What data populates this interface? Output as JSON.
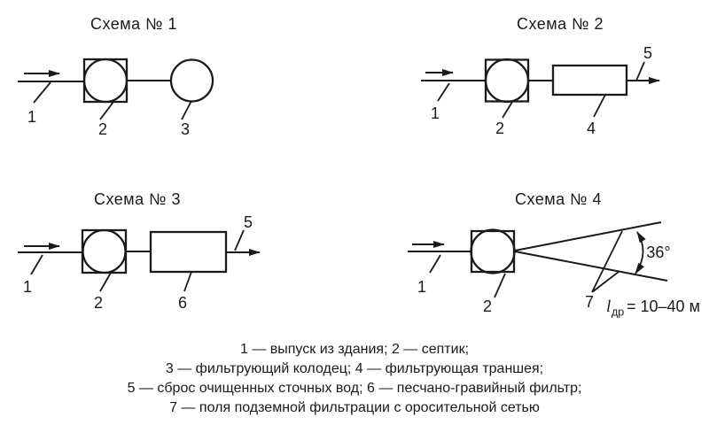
{
  "figure": {
    "background": "#ffffff",
    "ink": "#1a1a1a"
  },
  "scheme1": {
    "title": "Схема № 1",
    "l1": "1",
    "l2": "2",
    "l3": "3"
  },
  "scheme2": {
    "title": "Схема № 2",
    "l1": "1",
    "l2": "2",
    "l4": "4",
    "l5": "5"
  },
  "scheme3": {
    "title": "Схема № 3",
    "l1": "1",
    "l2": "2",
    "l6": "6",
    "l5": "5"
  },
  "scheme4": {
    "title": "Схема № 4",
    "l1": "1",
    "l2": "2",
    "l7": "7",
    "angle": "36°",
    "len_sym": "l",
    "len_sub": "др",
    "len_val": "= 10–40 м"
  },
  "legend": {
    "line1": "1 — выпуск из здания; 2 — септик;",
    "line2": "3 — фильтрующий колодец; 4 — фильтрующая траншея;",
    "line3": "5 — сброс очищенных сточных вод; 6 — песчано-гравийный фильтр;",
    "line4": "7 — поля подземной фильтрации с оросительной сетью"
  }
}
